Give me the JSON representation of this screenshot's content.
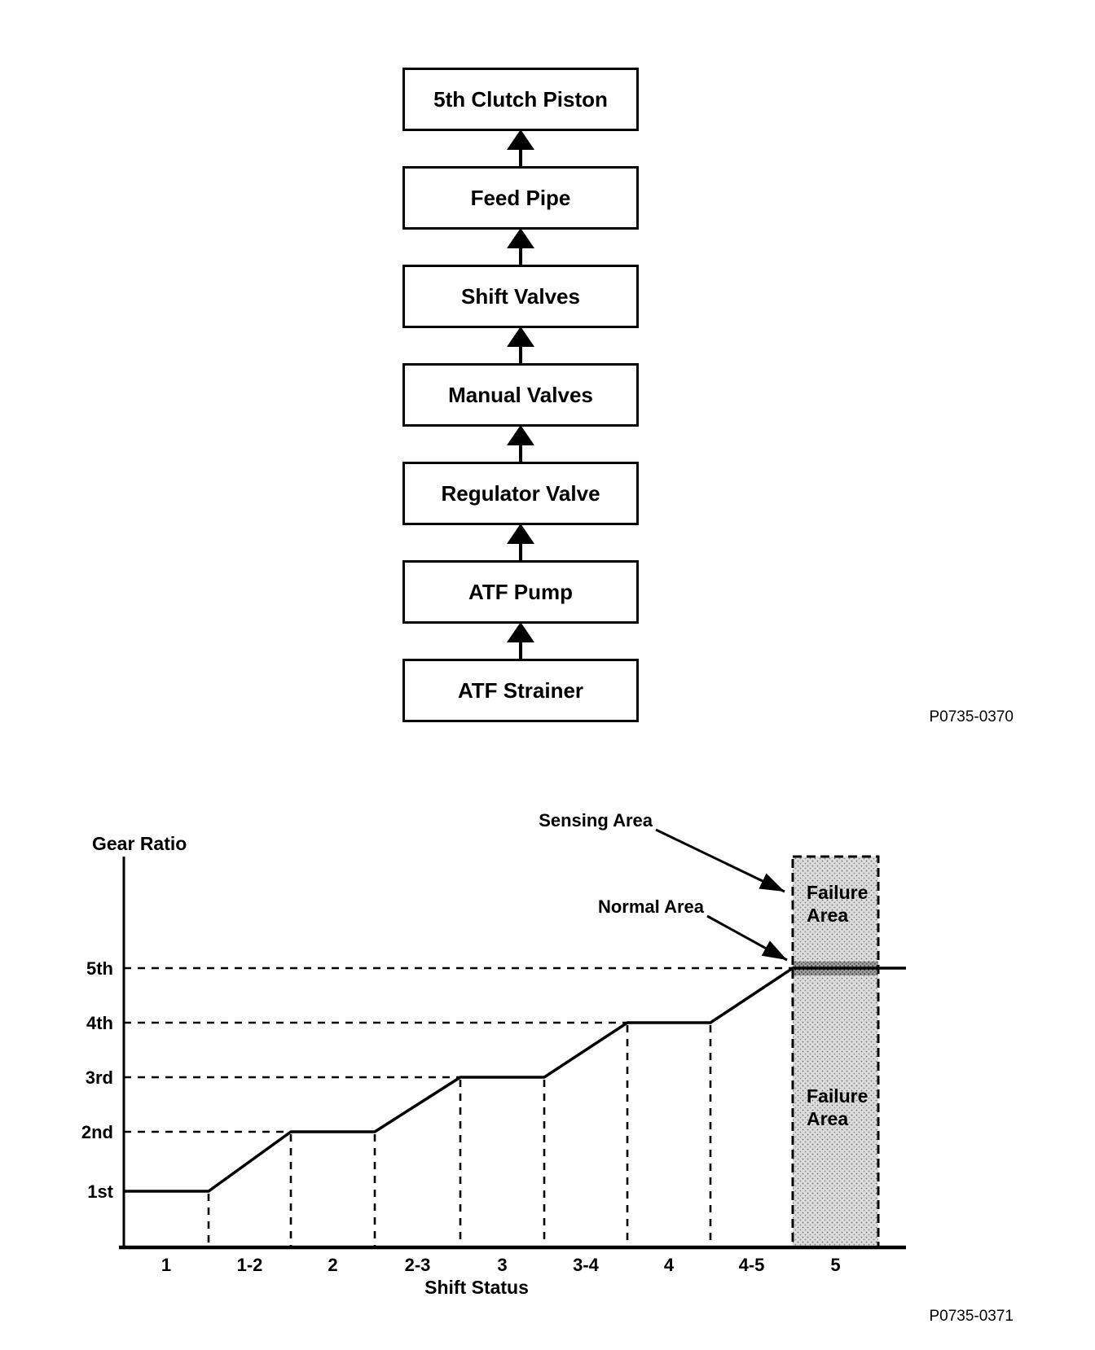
{
  "page": {
    "background": "#ffffff",
    "ink": "#000000"
  },
  "flowchart": {
    "boxes": [
      "5th Clutch Piston",
      "Feed Pipe",
      "Shift Valves",
      "Manual Valves",
      "Regulator Valve",
      "ATF Pump",
      "ATF Strainer"
    ],
    "flow_direction": "bottom-to-top",
    "figure_code": "P0735-0370"
  },
  "chart_data": {
    "type": "line",
    "title": "",
    "xlabel": "Shift Status",
    "ylabel": "Gear Ratio",
    "categories": [
      "1",
      "1-2",
      "2",
      "2-3",
      "3",
      "3-4",
      "4",
      "4-5",
      "5"
    ],
    "ytick_labels": [
      "5th",
      "4th",
      "3rd",
      "2nd",
      "1st"
    ],
    "series": [
      {
        "name": "gear_ratio_step_line",
        "gear_at_segment_boundaries": [
          1,
          1,
          2,
          2,
          3,
          3,
          4,
          4,
          5,
          5
        ],
        "description": "Holds each gear through numbered segments (1,2,3,4,5) and ramps up during hyphenated shift segments (1-2,2-3,3-4,4-5); stays at 5th through segment 5."
      }
    ],
    "guides": {
      "horizontal_dashed_to": [
        "5th",
        "4th",
        "3rd",
        "2nd"
      ],
      "vertical_dashed_at_segment_boundaries": true
    },
    "regions": [
      {
        "label": "Failure Area",
        "position": "segment 5 column above the normal band"
      },
      {
        "label": "Failure Area",
        "position": "segment 5 column below the normal band"
      },
      {
        "label": "Normal Area",
        "position": "narrow band at the 5th gear-ratio level inside segment 5"
      },
      {
        "label": "Sensing Area",
        "position": "segment 5 column (dashed-bordered shaded region)"
      }
    ],
    "annotations": {
      "sensing": {
        "label": "Sensing Area"
      },
      "normal": {
        "label": "Normal Area"
      },
      "failure_top": {
        "line1": "Failure",
        "line2": "Area"
      },
      "failure_bottom": {
        "line1": "Failure",
        "line2": "Area"
      }
    },
    "legend": "none",
    "figure_code": "P0735-0371"
  },
  "colors": {
    "failure_fill": "#dcdcdc",
    "normal_band": "#9e9e9e",
    "ink": "#000000"
  }
}
